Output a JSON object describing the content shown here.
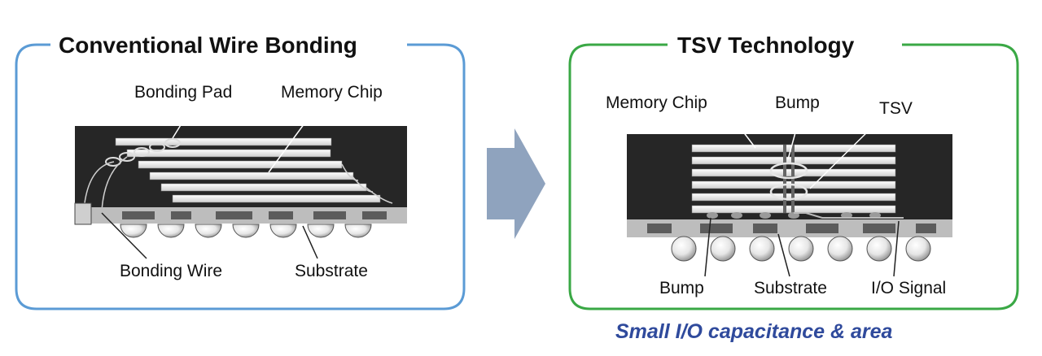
{
  "left_panel": {
    "title": "Conventional Wire Bonding",
    "labels": {
      "bonding_pad": "Bonding Pad",
      "memory_chip": "Memory Chip",
      "bonding_wire": "Bonding Wire",
      "substrate": "Substrate"
    },
    "border_color": "#5b9bd5"
  },
  "right_panel": {
    "title": "TSV Technology",
    "labels": {
      "memory_chip": "Memory Chip",
      "bump_top": "Bump",
      "tsv": "TSV",
      "bump_bottom": "Bump",
      "substrate": "Substrate",
      "io_signal": "I/O Signal"
    },
    "border_color": "#3aa845",
    "note": "Small I/O capacitance & area",
    "note_color": "#2f4a9c"
  },
  "arrow": {
    "color": "#8fa3be",
    "icon": "right-arrow-icon"
  }
}
